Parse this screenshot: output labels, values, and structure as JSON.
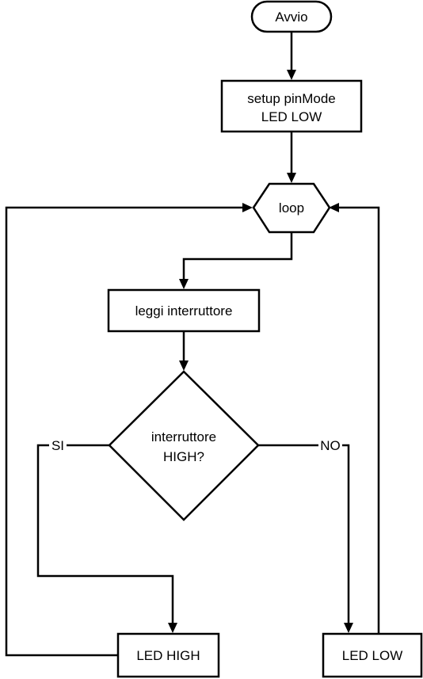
{
  "nodes": {
    "start": {
      "label": "Avvio"
    },
    "setup": {
      "line1": "setup pinMode",
      "line2": "LED LOW"
    },
    "loop": {
      "label": "loop"
    },
    "read": {
      "label": "leggi interruttore"
    },
    "decision": {
      "line1": "interruttore",
      "line2": "HIGH?"
    },
    "led_high": {
      "label": "LED HIGH"
    },
    "led_low": {
      "label": "LED LOW"
    }
  },
  "edge_labels": {
    "yes": "SI",
    "no": "NO"
  },
  "colors": {
    "stroke": "#000000",
    "fill": "#ffffff",
    "background": "#ffffff"
  }
}
